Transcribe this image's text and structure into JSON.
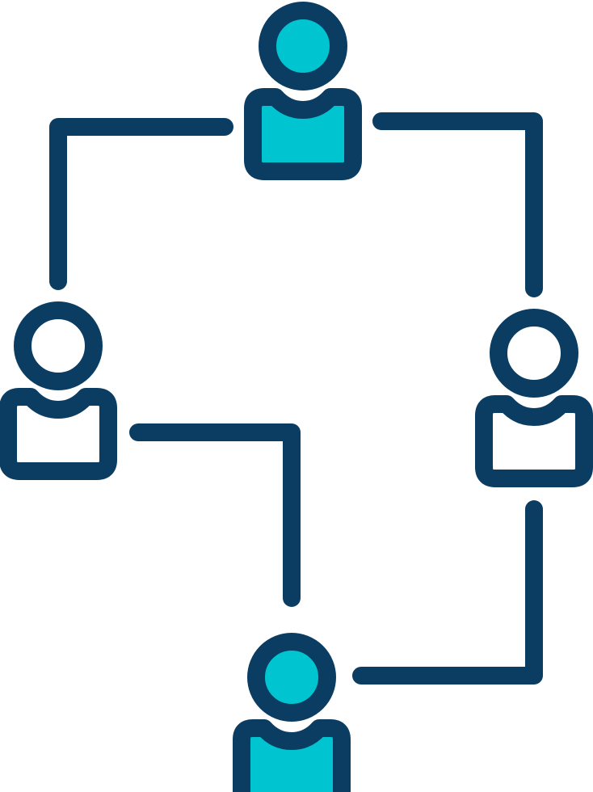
{
  "diagram": {
    "icon": "network-people-icon",
    "colors": {
      "stroke": "#0b3d63",
      "accent_fill": "#00c5d1",
      "plain_fill": "#ffffff",
      "background": "#ffffff"
    },
    "nodes": [
      {
        "id": "top",
        "icon": "person-icon",
        "filled": true
      },
      {
        "id": "left",
        "icon": "person-icon",
        "filled": false
      },
      {
        "id": "right",
        "icon": "person-icon",
        "filled": false
      },
      {
        "id": "bottom",
        "icon": "person-icon",
        "filled": true
      }
    ],
    "connectors": [
      {
        "from": "top",
        "to": "left"
      },
      {
        "from": "top",
        "to": "right"
      },
      {
        "from": "left",
        "to": "bottom"
      },
      {
        "from": "right",
        "to": "bottom"
      }
    ]
  }
}
